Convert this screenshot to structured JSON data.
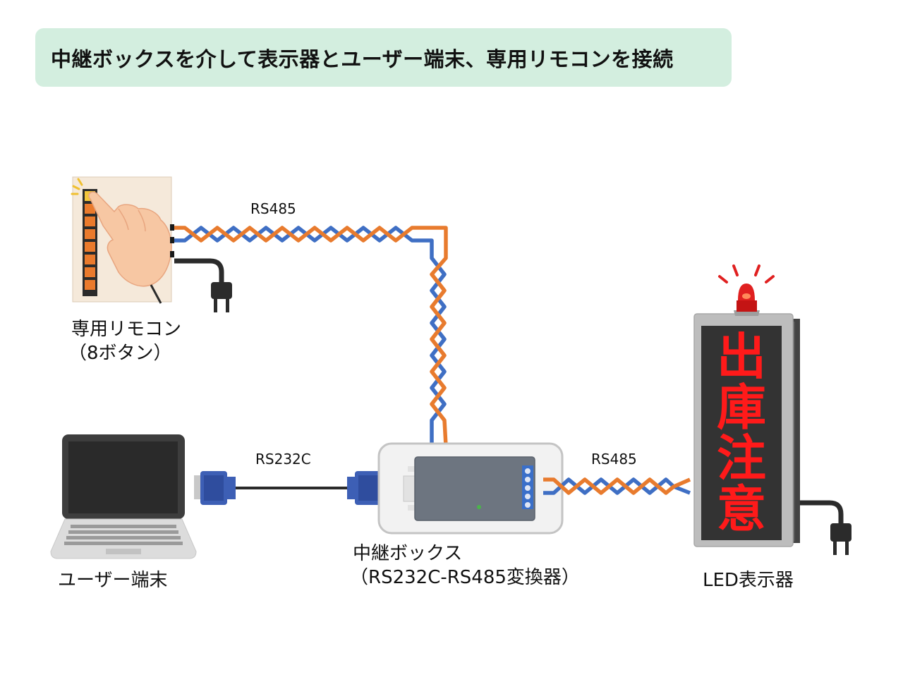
{
  "title": "中継ボックスを介して表示器とユーザー端末、専用リモコンを接続",
  "cables": {
    "remote_link": "RS485",
    "pc_link": "RS232C",
    "display_link": "RS485"
  },
  "devices": {
    "remote": {
      "line1": "専用リモコン",
      "line2": "（8ボタン）"
    },
    "user_terminal": {
      "line1": "ユーザー端末"
    },
    "relay_box": {
      "line1": "中継ボックス",
      "line2": "（RS232C-RS485変換器）"
    },
    "led_display": {
      "line1": "LED表示器",
      "screen_chars": [
        "出",
        "庫",
        "注",
        "意"
      ]
    }
  },
  "colors": {
    "title_bg": "#d3eedf",
    "wire_orange": "#e87b2e",
    "wire_blue": "#3f6fc4",
    "display_text": "#ff1a1a",
    "button_orange": "#ea7a2c",
    "beacon_red": "#e02020",
    "connector_blue": "#3d5fb5"
  },
  "icons": [
    "pointing-hand-icon",
    "power-plug-icon",
    "warning-beacon-icon",
    "laptop-icon",
    "db9-connector-icon"
  ]
}
